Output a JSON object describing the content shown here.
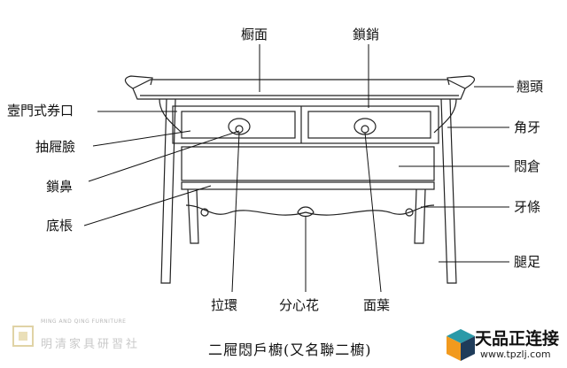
{
  "labels": {
    "top_panel": "橱面",
    "lock_pin": "鎖銷",
    "ogee_arch": "壼門式券口",
    "drawer_face": "抽屜臉",
    "lock_nose": "鎖鼻",
    "bottom_stretcher": "底棖",
    "pull_ring": "拉環",
    "center_flower": "分心花",
    "face_plate": "面葉",
    "everted_end": "翹頭",
    "corner_spandrel": "角牙",
    "hidden_storage": "悶倉",
    "apron_strip": "牙條",
    "leg_foot": "腿足"
  },
  "caption": "二屜悶戶櫥(又名聯二櫥)",
  "watermark": {
    "english": "MING AND QING FURNITURE",
    "chinese": "明清家具研習社"
  },
  "brand": {
    "name": "天品正连接",
    "url": "www.tpzlj.com",
    "colors": {
      "cube_teal": "#2a9aa8",
      "cube_orange": "#f29a1e",
      "cube_dark": "#1f3c5a"
    }
  }
}
